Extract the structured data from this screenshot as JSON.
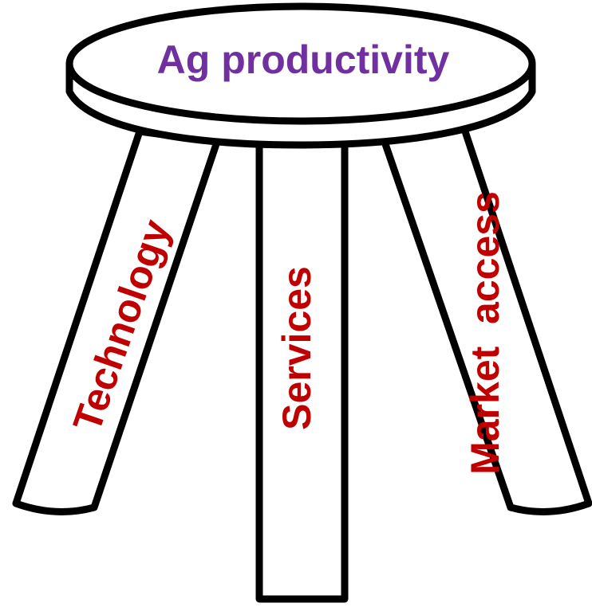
{
  "diagram": {
    "seat": {
      "label": "Ag productivity",
      "label_color": "#7030a0"
    },
    "legs": [
      {
        "id": "left",
        "label": "Technology",
        "label_color": "#c00000"
      },
      {
        "id": "middle",
        "label": "Services",
        "label_color": "#c00000"
      },
      {
        "id": "right",
        "label": "Market  access",
        "label_color": "#c00000"
      }
    ],
    "line_color": "#000000",
    "fill_color": "#ffffff"
  }
}
